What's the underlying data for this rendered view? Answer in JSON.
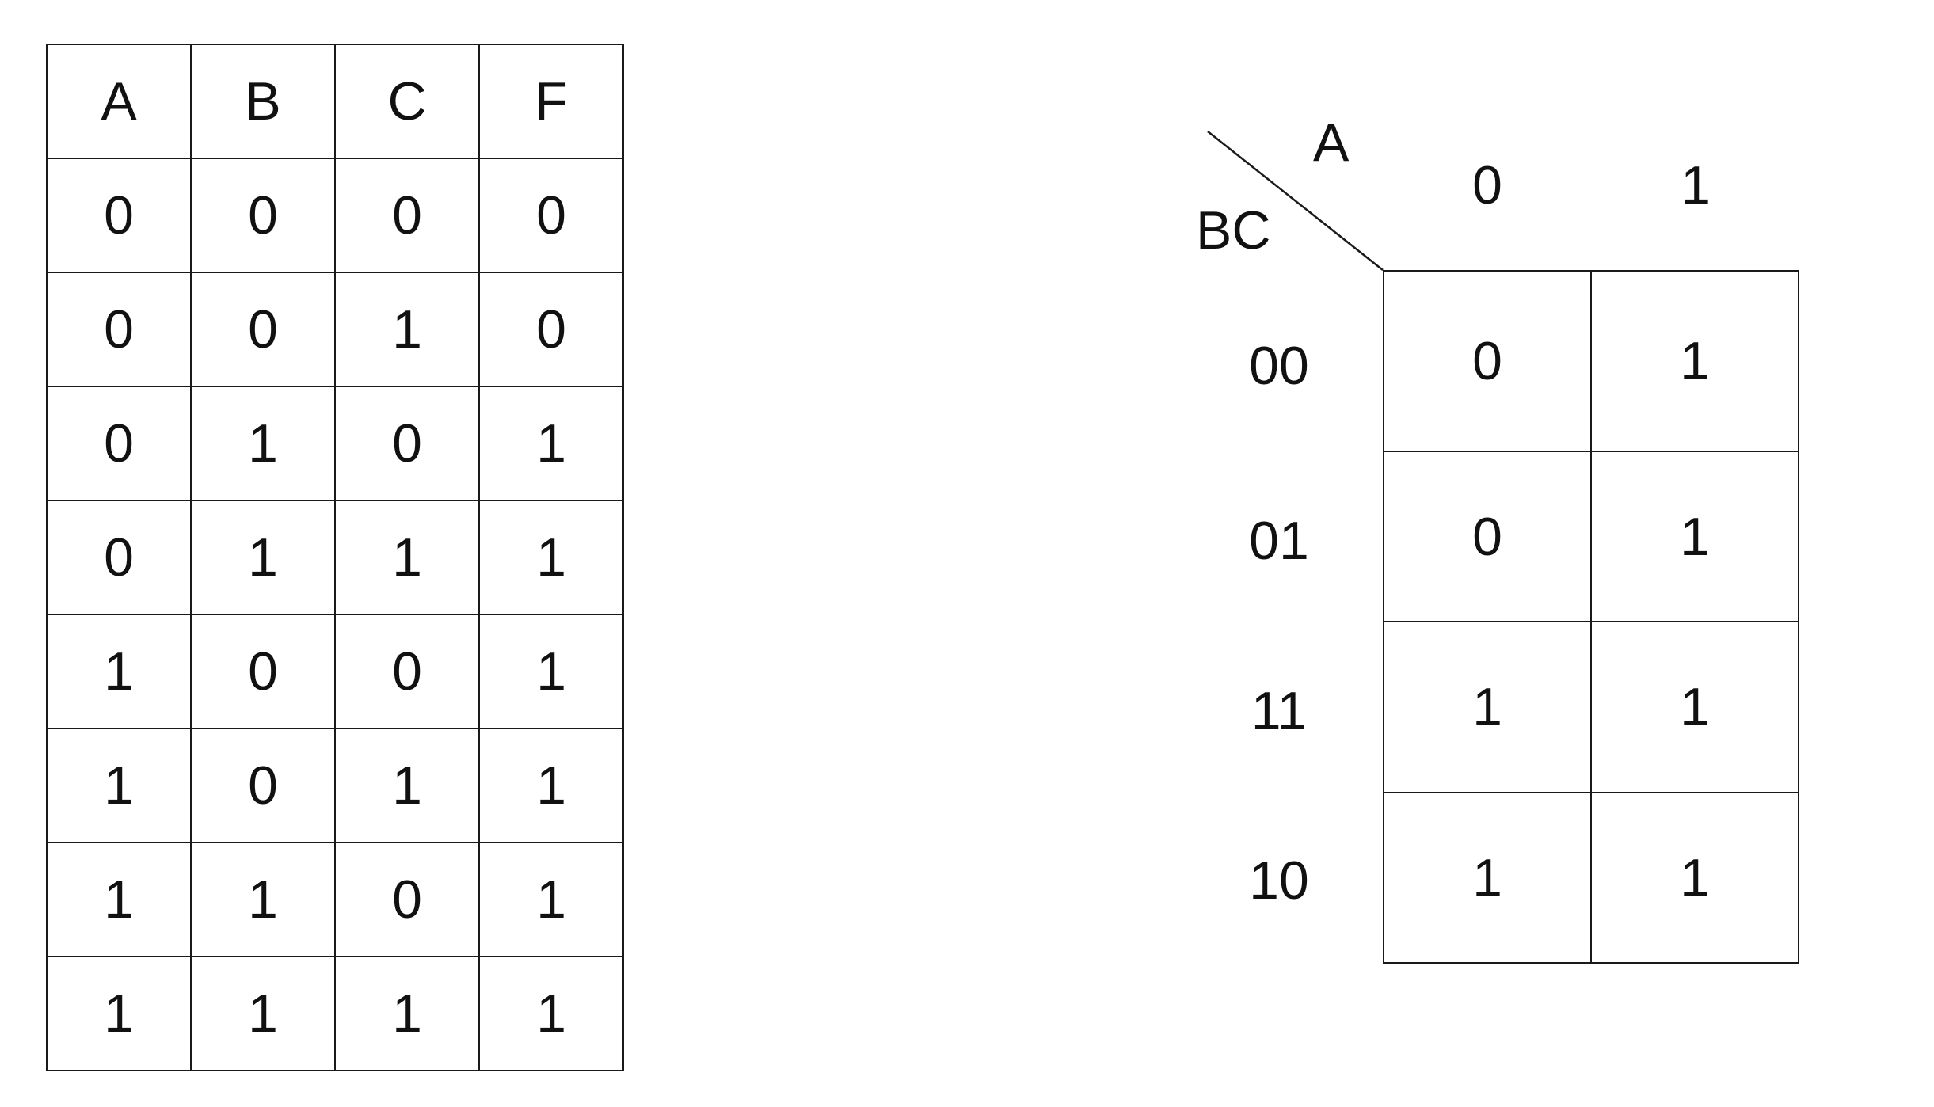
{
  "truth_table": {
    "headers": [
      "A",
      "B",
      "C",
      "F"
    ],
    "rows": [
      [
        "0",
        "0",
        "0",
        "0"
      ],
      [
        "0",
        "0",
        "1",
        "0"
      ],
      [
        "0",
        "1",
        "0",
        "1"
      ],
      [
        "0",
        "1",
        "1",
        "1"
      ],
      [
        "1",
        "0",
        "0",
        "1"
      ],
      [
        "1",
        "0",
        "1",
        "1"
      ],
      [
        "1",
        "1",
        "0",
        "1"
      ],
      [
        "1",
        "1",
        "1",
        "1"
      ]
    ]
  },
  "kmap": {
    "column_variable": "A",
    "row_variable": "BC",
    "column_labels": [
      "0",
      "1"
    ],
    "row_labels": [
      "00",
      "01",
      "11",
      "10"
    ],
    "cells": [
      [
        "0",
        "1"
      ],
      [
        "0",
        "1"
      ],
      [
        "1",
        "1"
      ],
      [
        "1",
        "1"
      ]
    ]
  },
  "colors": {
    "line": "#1a1a1a",
    "text": "#111111",
    "background": "#ffffff"
  }
}
